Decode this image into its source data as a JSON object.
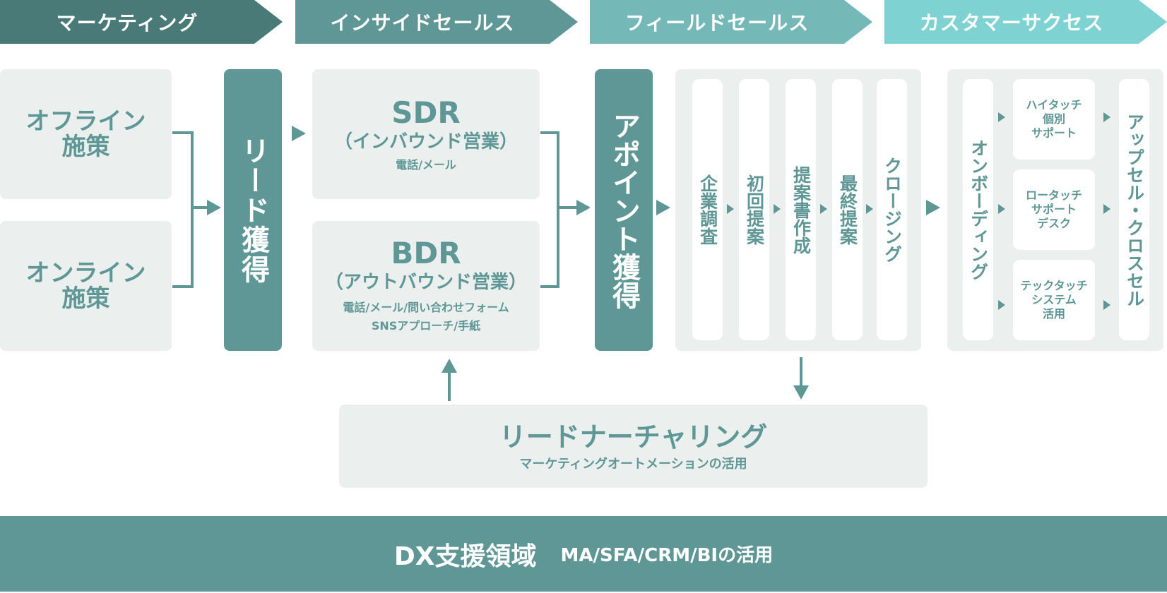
{
  "stages": [
    "マーケティング",
    "インサイドセールス",
    "フィールドセールス",
    "カスタマーサクセス"
  ],
  "colors": {
    "stage1": "#4a7a77",
    "stage2": "#5f9696",
    "stage3": "#74b8b8",
    "stage4": "#7fd2d2",
    "accent": "#5f9696",
    "box": "#ebf0ef"
  },
  "marketing": {
    "offline": "オフライン\n施策",
    "online": "オンライン\n施策"
  },
  "lead": "リード獲得",
  "sdr": {
    "title": "SDR",
    "sub": "（インバウンド営業）",
    "detail": "電話/メール"
  },
  "bdr": {
    "title": "BDR",
    "sub": "（アウトバウンド営業）",
    "detail": "電話/メール/問い合わせフォーム\nSNSアプローチ/手紙"
  },
  "appointment": "アポイント獲得",
  "field_steps": [
    "企業調査",
    "初回提案",
    "提案書作成",
    "最終提案",
    "クロージング"
  ],
  "cs": {
    "onboarding": "オンボーディング",
    "supports": [
      "ハイタッチ\n個別\nサポート",
      "ロータッチ\nサポート\nデスク",
      "テックタッチ\nシステム\n活用"
    ],
    "upsell": "アップセル・クロスセル"
  },
  "nurturing": {
    "title": "リードナーチャリング",
    "sub": "マーケティングオートメーションの活用"
  },
  "dx": {
    "title": "DX支援領域",
    "sub": "MA/SFA/CRM/BIの活用"
  }
}
